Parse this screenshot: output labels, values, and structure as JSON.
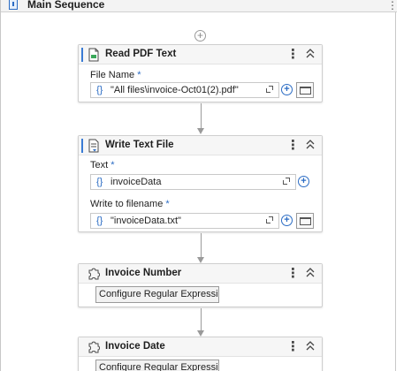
{
  "sequence": {
    "title": "Main Sequence",
    "menu_glyph": "⋮"
  },
  "add_glyph": "+",
  "activities": [
    {
      "title": "Read PDF Text",
      "icon": "read-pdf-icon",
      "fields": [
        {
          "label": "File Name",
          "required": "*",
          "braces": "{}",
          "value": "\"All files\\invoice-Oct01(2).pdf\""
        }
      ]
    },
    {
      "title": "Write Text File",
      "icon": "write-text-file-icon",
      "fields": [
        {
          "label": "Text",
          "required": "*",
          "braces": "{}",
          "value": "invoiceData"
        },
        {
          "label": "Write to filename",
          "required": "*",
          "braces": "{}",
          "value": "\"invoiceData.txt\""
        }
      ]
    },
    {
      "title": "Invoice Number",
      "icon": "puzzle-icon",
      "button_label": "Configure Regular Expression..."
    },
    {
      "title": "Invoice Date",
      "icon": "puzzle-icon",
      "button_label": "Configure Regular Expression..."
    }
  ],
  "glyphs": {
    "kebab": "⋮",
    "collapse": "︿︿",
    "plus": "+"
  },
  "colors": {
    "accent": "#3a7bd5",
    "brand_blue": "#2b6cc4",
    "connector": "#9a9a9a"
  }
}
